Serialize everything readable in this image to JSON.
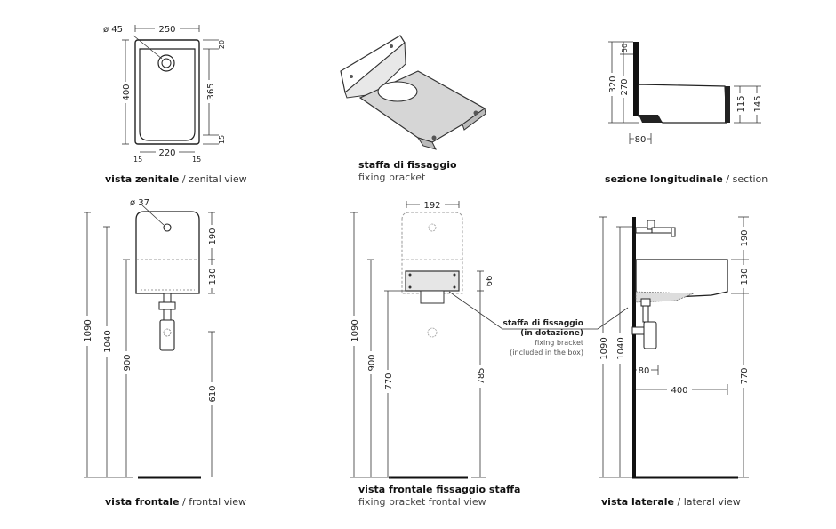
{
  "zenital": {
    "d_hole": "ø 45",
    "w_top": "250",
    "w_bottom": "220",
    "h_total": "400",
    "h_inner": "365",
    "top_gap": "20",
    "bottom_gap": "15",
    "side_l": "15",
    "side_r": "15",
    "title": "vista zenitale",
    "subtitle": "zenital view"
  },
  "bracket": {
    "title": "staffa di fissaggio",
    "subtitle": "fixing bracket"
  },
  "section": {
    "h_total": "320",
    "h_270": "270",
    "top_50": "50",
    "d_115": "115",
    "d_145": "145",
    "w_80": "80",
    "title": "sezione longitudinale",
    "subtitle": "section"
  },
  "frontal": {
    "d_hole": "ø 37",
    "h_1090": "1090",
    "h_1040": "1040",
    "h_900": "900",
    "d_190": "190",
    "d_130": "130",
    "d_610": "610",
    "title": "vista frontale",
    "subtitle": "frontal view"
  },
  "frontal_bracket": {
    "w_192": "192",
    "h_66": "66",
    "h_1090": "1090",
    "h_900": "900",
    "h_770": "770",
    "h_785": "785",
    "callout_it_1": "staffa di fissaggio",
    "callout_it_2": "(in dotazione)",
    "callout_en_1": "fixing bracket",
    "callout_en_2": "(included in the box)",
    "title": "vista frontale fissaggio staffa",
    "subtitle": "fixing bracket frontal view"
  },
  "lateral": {
    "h_1090": "1090",
    "h_1040": "1040",
    "d_190": "190",
    "d_130": "130",
    "d_770": "770",
    "w_80": "80",
    "w_400": "400",
    "title": "vista laterale",
    "subtitle": "lateral view"
  }
}
